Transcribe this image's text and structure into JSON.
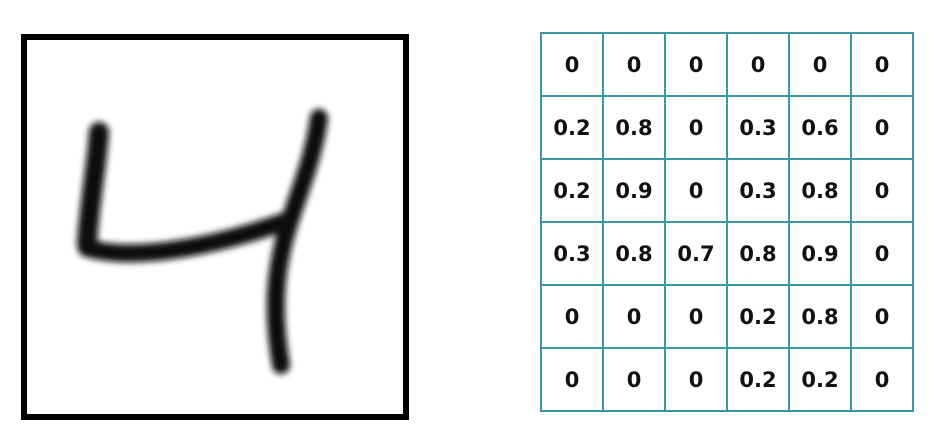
{
  "digit_image": {
    "depicts": "handwritten-digit",
    "label": "4",
    "frame_color": "#000000",
    "stroke_color": "#111111"
  },
  "pixel_grid": {
    "border_color": "#3a97a8",
    "rows": [
      [
        "0",
        "0",
        "0",
        "0",
        "0",
        "0"
      ],
      [
        "0.2",
        "0.8",
        "0",
        "0.3",
        "0.6",
        "0"
      ],
      [
        "0.2",
        "0.9",
        "0",
        "0.3",
        "0.8",
        "0"
      ],
      [
        "0.3",
        "0.8",
        "0.7",
        "0.8",
        "0.9",
        "0"
      ],
      [
        "0",
        "0",
        "0",
        "0.2",
        "0.8",
        "0"
      ],
      [
        "0",
        "0",
        "0",
        "0.2",
        "0.2",
        "0"
      ]
    ]
  }
}
